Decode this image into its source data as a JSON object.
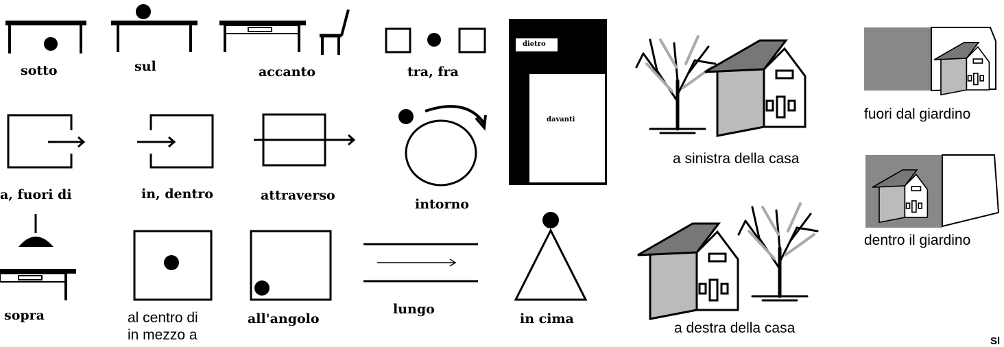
{
  "labels": {
    "sotto": "sotto",
    "sul": "sul",
    "accanto": "accanto",
    "tra_fra": "tra, fra",
    "dietro": "dietro",
    "davanti": "davanti",
    "fuori_di": "a, fuori di",
    "in_dentro": "in, dentro",
    "attraverso": "attraverso",
    "intorno": "intorno",
    "sopra": "sopra",
    "al_centro_di": "al centro di",
    "in_mezzo_a": "in mezzo a",
    "all_angolo": "all'angolo",
    "lungo": "lungo",
    "in_cima": "in cima",
    "a_sinistra": "a sinistra della casa",
    "a_destra": "a destra della casa",
    "fuori_dal_giardino": "fuori dal giardino",
    "dentro_il_giardino": "dentro il giardino",
    "corner_fragment": "Sl"
  },
  "colors": {
    "ink": "#000000",
    "roof": "#777777",
    "wall_shade": "#bbbbbb",
    "garden_fill": "#888888",
    "paper": "#ffffff"
  }
}
